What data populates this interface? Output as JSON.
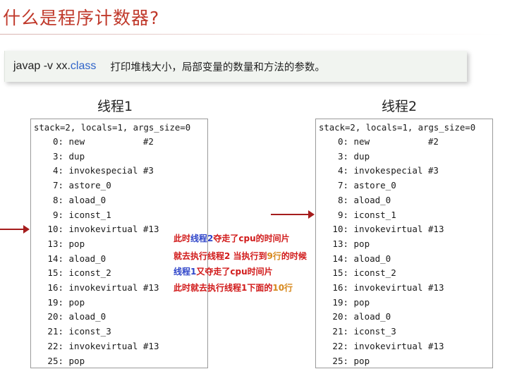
{
  "page": {
    "title": "什么是程序计数器?"
  },
  "command": {
    "javap": "javap -v  xx.",
    "class_word": "class",
    "description": "打印堆栈大小，局部变量的数量和方法的参数。"
  },
  "thread1": {
    "title": "线程1",
    "header": "stack=2, locals=1, args_size=0"
  },
  "thread2": {
    "title": "线程2",
    "header": "stack=2, locals=1, args_size=0"
  },
  "bytecode": [
    {
      "offset": "0:",
      "instr": "new           #2"
    },
    {
      "offset": "3:",
      "instr": "dup"
    },
    {
      "offset": "4:",
      "instr": "invokespecial #3"
    },
    {
      "offset": "7:",
      "instr": "astore_0"
    },
    {
      "offset": "8:",
      "instr": "aload_0"
    },
    {
      "offset": "9:",
      "instr": "iconst_1"
    },
    {
      "offset": "10:",
      "instr": "invokevirtual #13"
    },
    {
      "offset": "13:",
      "instr": "pop"
    },
    {
      "offset": "14:",
      "instr": "aload_0"
    },
    {
      "offset": "15:",
      "instr": "iconst_2"
    },
    {
      "offset": "16:",
      "instr": "invokevirtual #13"
    },
    {
      "offset": "19:",
      "instr": "pop"
    },
    {
      "offset": "20:",
      "instr": "aload_0"
    },
    {
      "offset": "21:",
      "instr": "iconst_3"
    },
    {
      "offset": "22:",
      "instr": "invokevirtual #13"
    },
    {
      "offset": "25:",
      "instr": "pop"
    }
  ],
  "notes": {
    "line1": {
      "a": "此时",
      "b": "线程2",
      "c": "夺走了cpu的时间片"
    },
    "line2": {
      "a": "就去执行线程2 当执行到",
      "b": "9行",
      "c": "的时候"
    },
    "line3": {
      "a": "线程1",
      "b": "又夺走了cpu时间片"
    },
    "line4": {
      "a": "此时就去执行线程1下面的",
      "b": "10行"
    }
  },
  "colors": {
    "title": "#c0392b",
    "arrow": "#a51d1d",
    "note_red": "#d11a1a",
    "note_blue": "#2f45c9",
    "note_orange": "#d7891e",
    "class_keyword": "#2e63c9"
  }
}
